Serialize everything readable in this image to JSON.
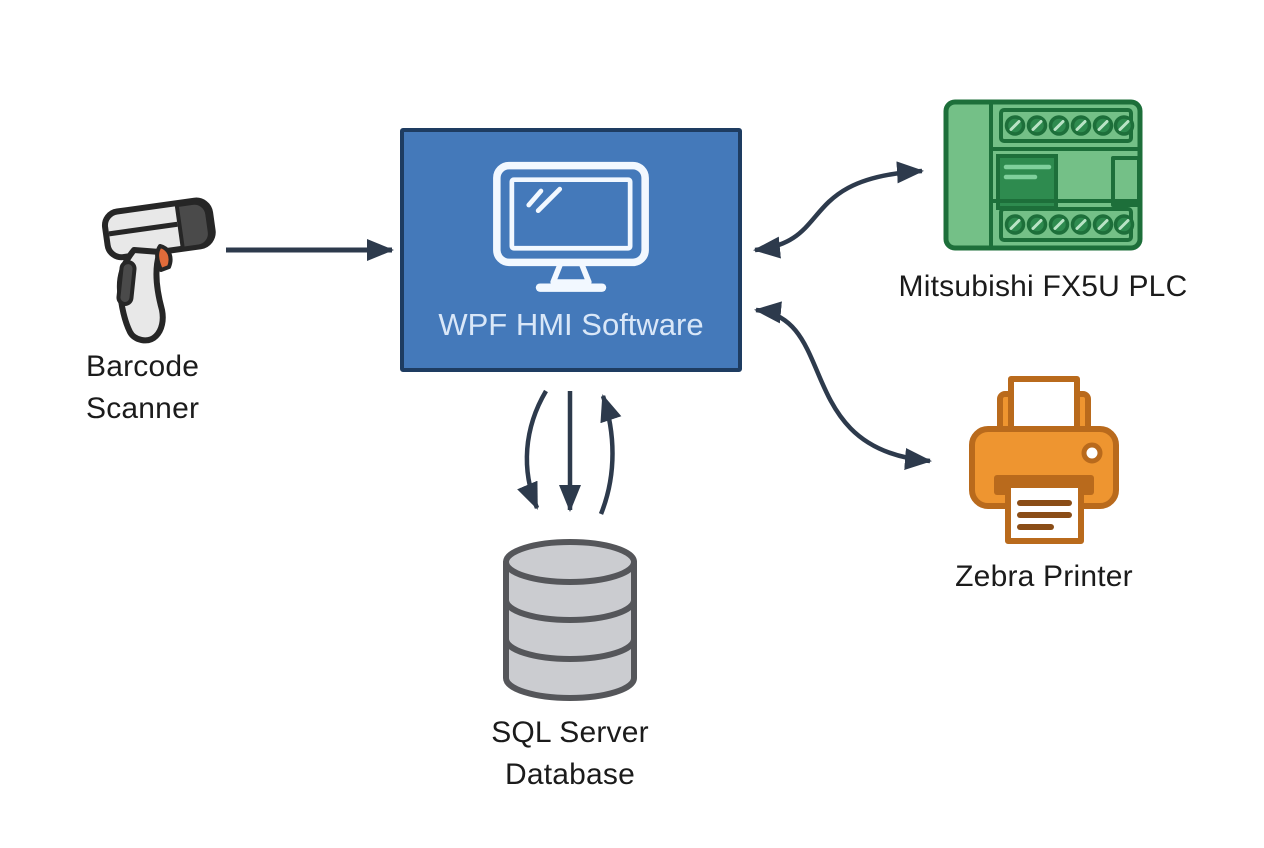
{
  "colors": {
    "background": "#ffffff",
    "arrow": "#2d3a4c",
    "label-text": "#1b1b1b",
    "box-fill": "#4479ba",
    "box-border": "#1e3c61",
    "box-text": "#d9e7f8",
    "icon-white": "#f2f8ff",
    "plc-fill": "#74c087",
    "plc-dark": "#2e8b4f",
    "plc-border": "#1d6f3a",
    "printer-fill": "#ee9530",
    "printer-border": "#b96a1c",
    "printer-dark": "#8a4d17",
    "db-fill": "#cbccd0",
    "db-border": "#55565a",
    "scanner-body": "#e8e8e8",
    "scanner-dark": "#4a4a4a",
    "scanner-outline": "#262626",
    "scanner-trigger": "#e06b3a"
  },
  "nodes": {
    "scanner": {
      "label_lines": [
        "Barcode",
        "Scanner"
      ],
      "icon": "barcode-scanner-icon"
    },
    "hmi": {
      "label": "WPF HMI Software",
      "icon": "monitor-icon"
    },
    "plc": {
      "label": "Mitsubishi FX5U PLC",
      "icon": "plc-icon"
    },
    "printer": {
      "label": "Zebra Printer",
      "icon": "printer-icon"
    },
    "database": {
      "label_lines": [
        "SQL Server",
        "Database"
      ],
      "icon": "database-icon"
    }
  },
  "connections": [
    {
      "from": "Barcode Scanner",
      "to": "WPF HMI Software",
      "style": "straight",
      "bidirectional": false
    },
    {
      "from": "WPF HMI Software",
      "to": "Mitsubishi FX5U PLC",
      "style": "s-curve",
      "bidirectional": true
    },
    {
      "from": "WPF HMI Software",
      "to": "Zebra Printer",
      "style": "s-curve",
      "bidirectional": true
    },
    {
      "from": "WPF HMI Software",
      "to": "SQL Server Database",
      "style": "vertical-triple",
      "bidirectional": true,
      "arrows": [
        "down-curved",
        "down-straight",
        "up-curved"
      ]
    }
  ]
}
